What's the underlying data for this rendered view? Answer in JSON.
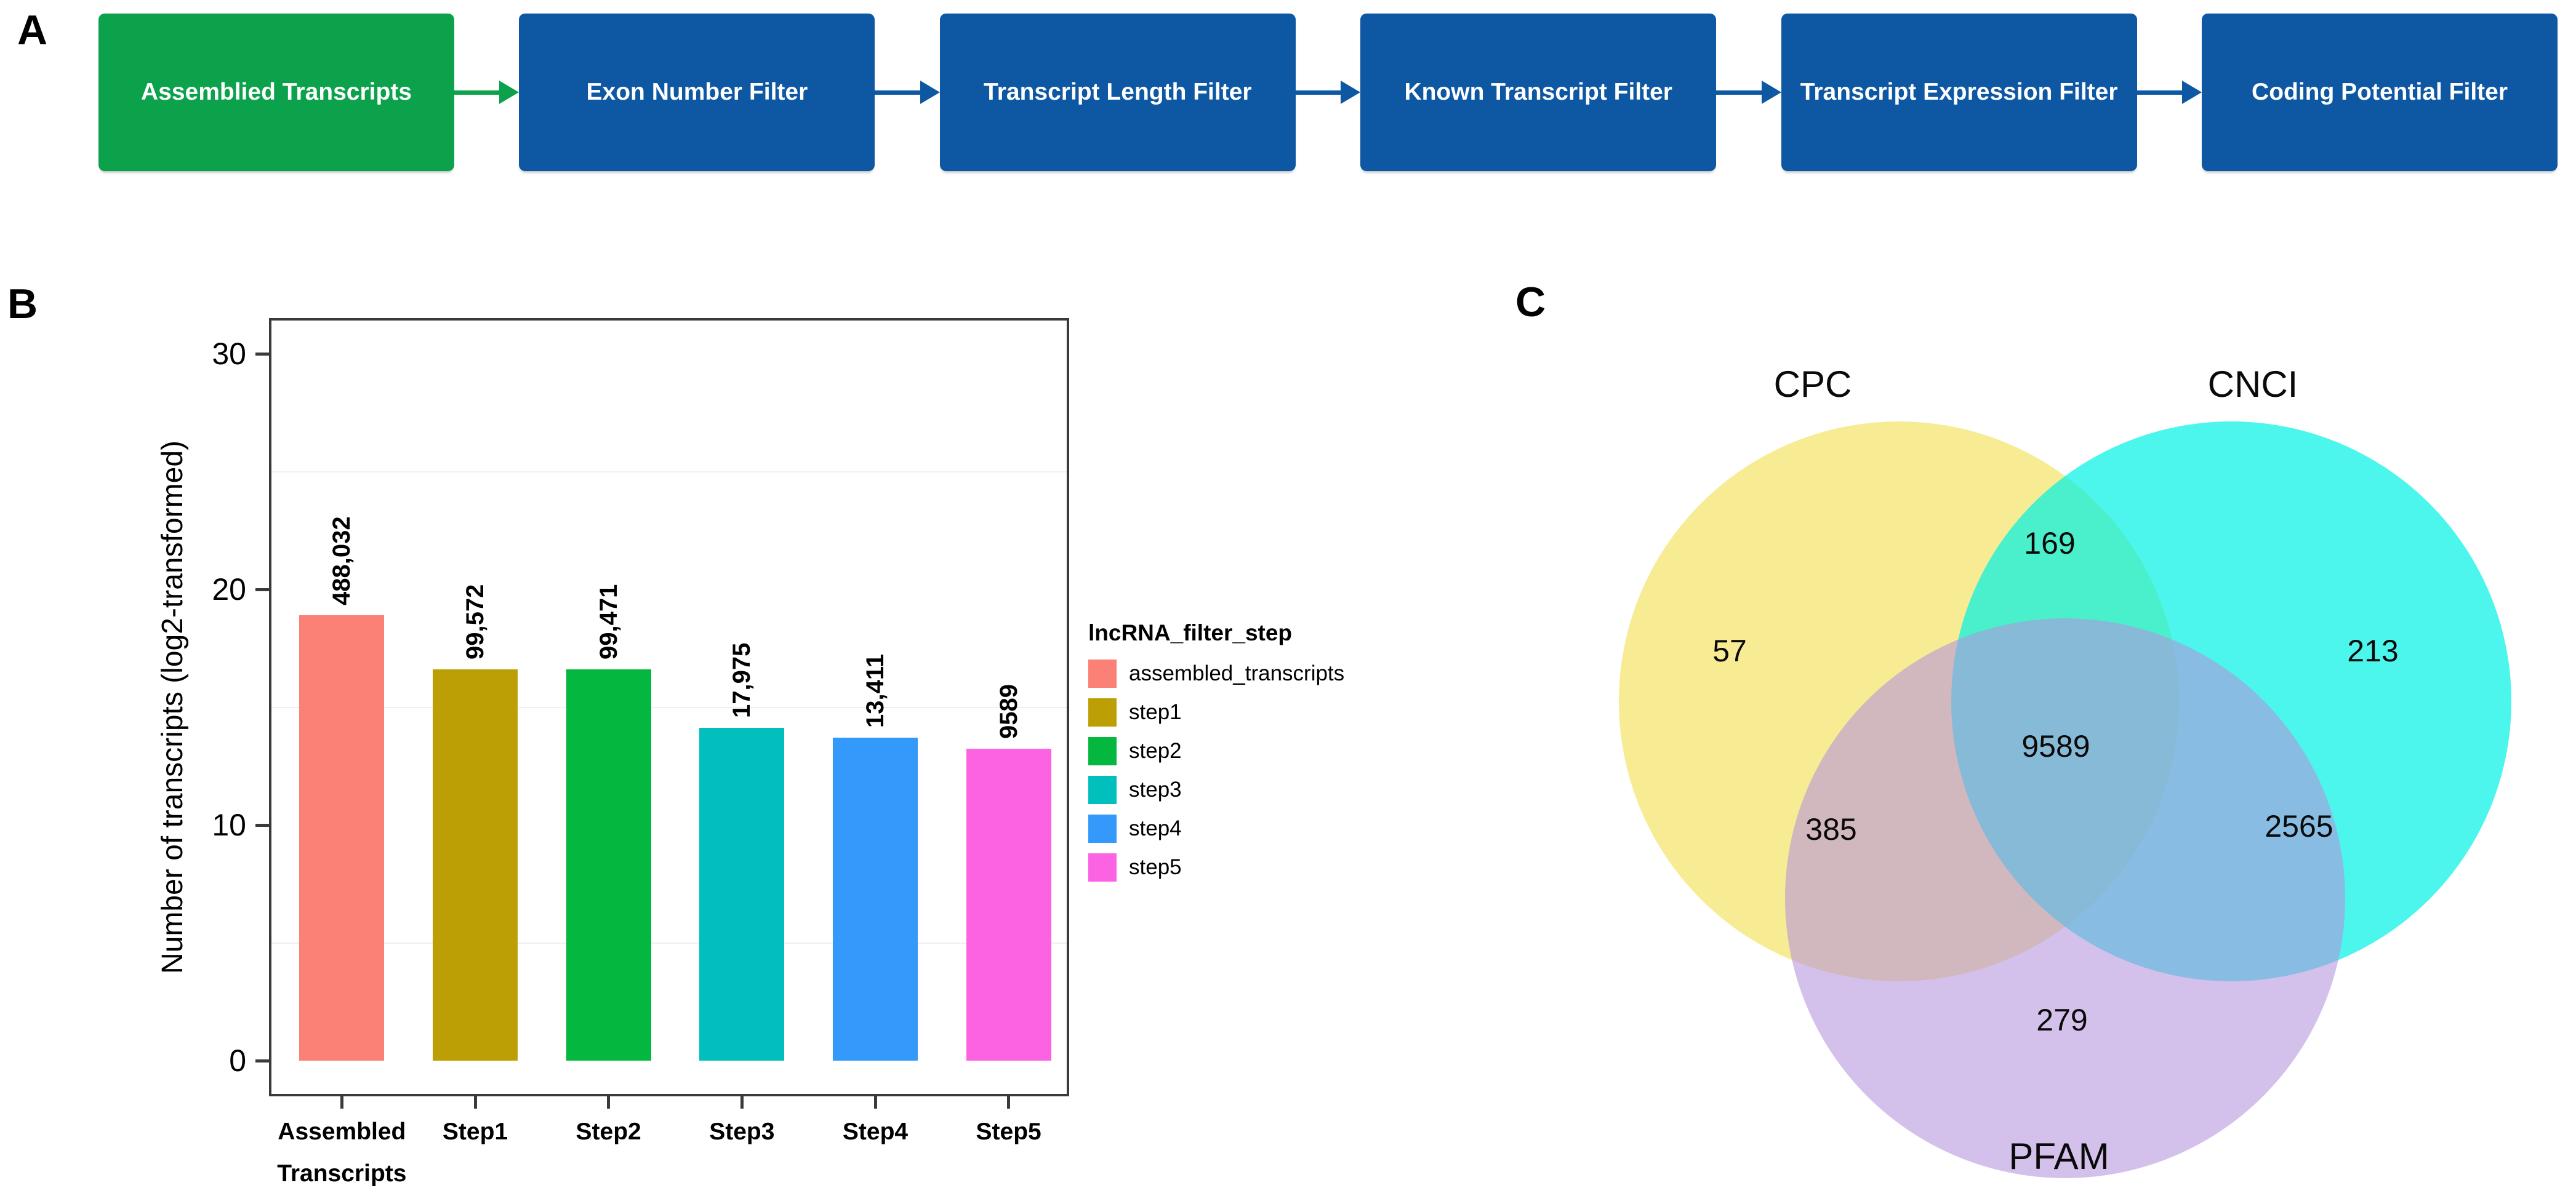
{
  "panel_a": {
    "label": "A",
    "boxes": [
      {
        "label": "Assemblied Transcripts",
        "color": "#0CA14B"
      },
      {
        "label": "Exon Number Filter",
        "color": "#0E57A3"
      },
      {
        "label": "Transcript Length Filter",
        "color": "#0E57A3"
      },
      {
        "label": "Known Transcript Filter",
        "color": "#0E57A3"
      },
      {
        "label": "Transcript Expression Filter",
        "color": "#0E57A3"
      },
      {
        "label": "Coding Potential Filter",
        "color": "#0E57A3"
      }
    ],
    "arrow_colors": [
      "#0CA14B",
      "#0E57A3",
      "#0E57A3",
      "#0E57A3",
      "#0E57A3"
    ]
  },
  "panel_b": {
    "label": "B"
  },
  "panel_c": {
    "label": "C"
  },
  "chart_data": [
    {
      "type": "bar",
      "panel": "B",
      "title": "",
      "categories": [
        "Assembled Transcripts",
        "Step1",
        "Step2",
        "Step3",
        "Step4",
        "Step5"
      ],
      "category_lines": [
        [
          "Assembled",
          "Transcripts"
        ],
        [
          "Step1"
        ],
        [
          "Step2"
        ],
        [
          "Step3"
        ],
        [
          "Step4"
        ],
        [
          "Step5"
        ]
      ],
      "values": [
        488032,
        99572,
        99471,
        17975,
        13411,
        9589
      ],
      "value_labels": [
        "488,032",
        "99,572",
        "99,471",
        "17,975",
        "13,411",
        "9589"
      ],
      "y_encoding": "log2 of transcript count",
      "xlabel": "",
      "ylabel": "Number of transcripts (log2-transformed)",
      "yticks": [
        0,
        10,
        20,
        30
      ],
      "minor_gridlines_at": [
        5,
        15,
        25
      ],
      "ylim": [
        -1.5,
        31.5
      ],
      "grid": "faint horizontal minor gridlines",
      "bar_colors": [
        "#FB8075",
        "#BC9F05",
        "#04B83F",
        "#00BFBC",
        "#3399FB",
        "#FB63E3"
      ],
      "legend": {
        "title": "lncRNA_filter_step",
        "position": "right",
        "entries": [
          {
            "label": "assembled_transcripts",
            "color": "#FB8075"
          },
          {
            "label": "step1",
            "color": "#BC9F05"
          },
          {
            "label": "step2",
            "color": "#04B83F"
          },
          {
            "label": "step3",
            "color": "#00BFBC"
          },
          {
            "label": "step4",
            "color": "#3399FB"
          },
          {
            "label": "step5",
            "color": "#FB63E3"
          }
        ]
      }
    },
    {
      "type": "venn",
      "panel": "C",
      "title": "",
      "sets": [
        {
          "name": "CPC",
          "color": "#F0DC3C"
        },
        {
          "name": "CNCI",
          "color": "#00F2E4"
        },
        {
          "name": "PFAM",
          "color": "#B393DC"
        }
      ],
      "regions": {
        "cpc_only": 57,
        "cnci_only": 213,
        "pfam_only": 279,
        "cpc_cnci": 169,
        "cpc_pfam": 385,
        "cnci_pfam": 2565,
        "cpc_cnci_pfam": 9589
      }
    }
  ]
}
